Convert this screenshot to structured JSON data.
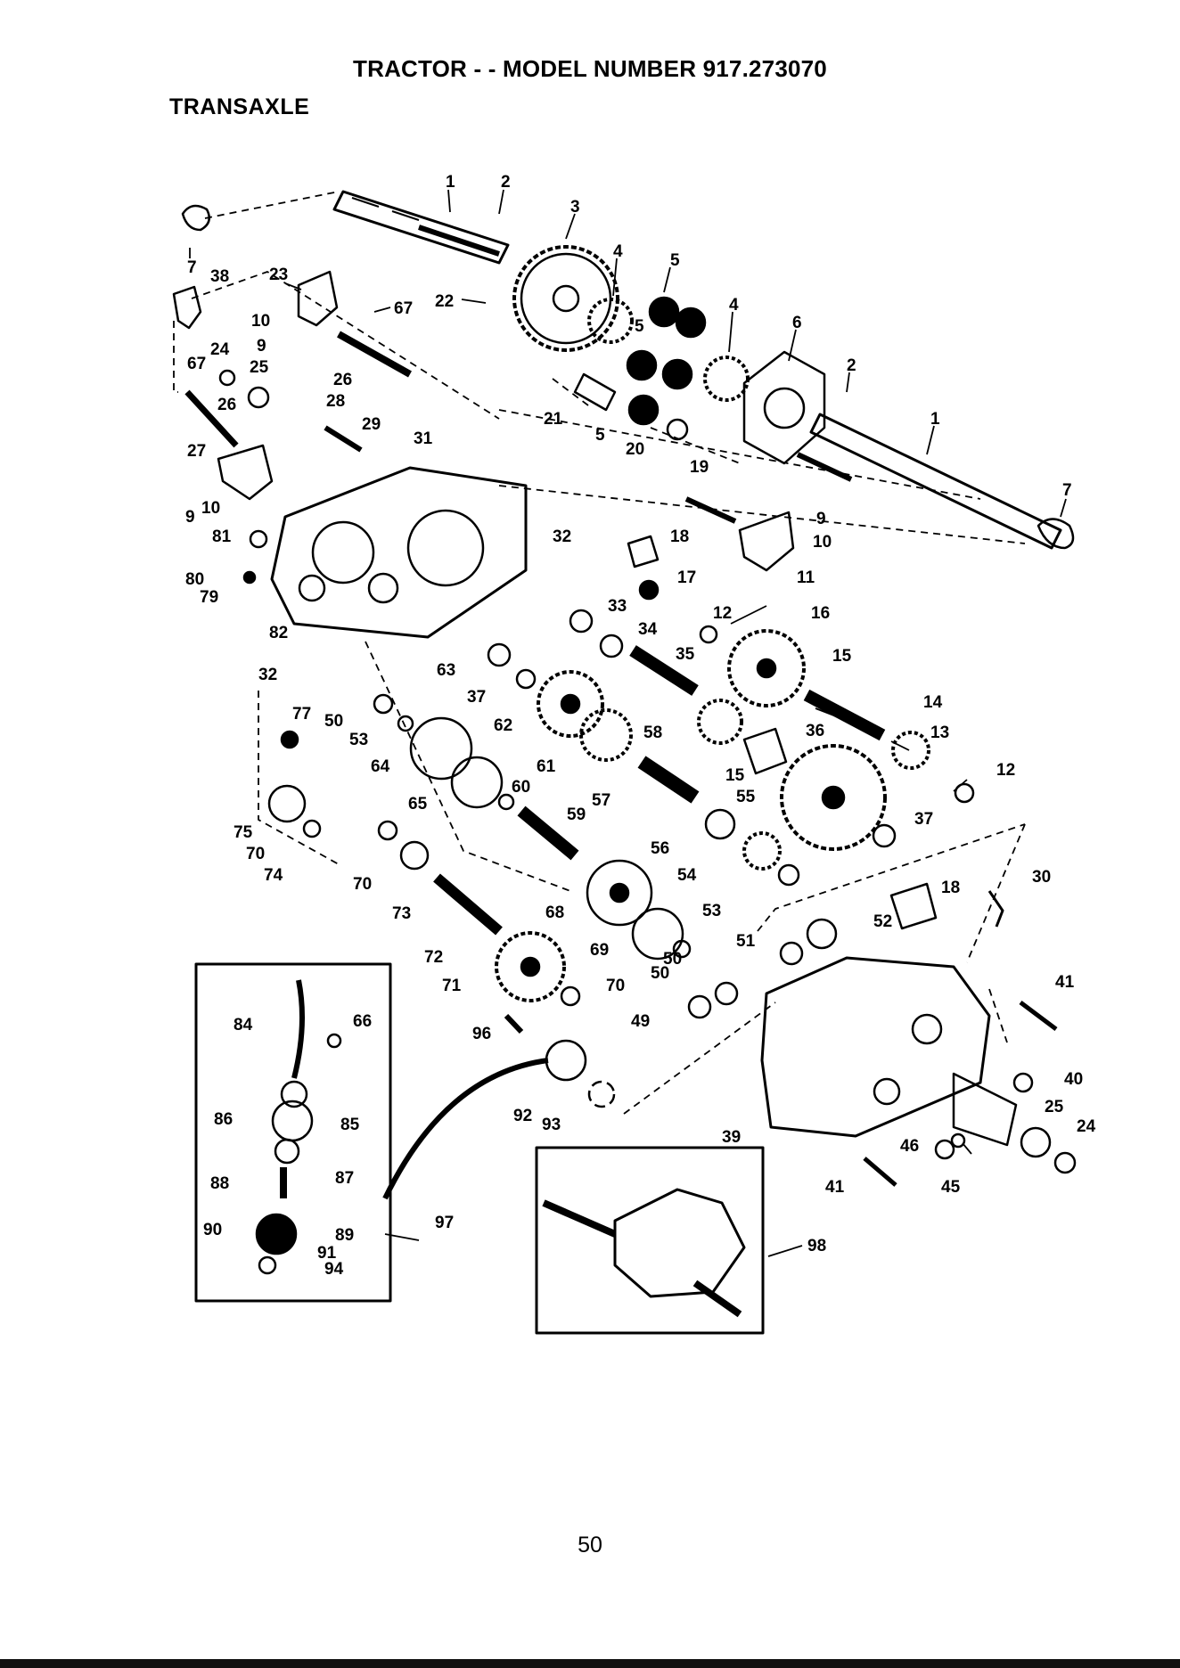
{
  "header": {
    "title": "TRACTOR - - MODEL NUMBER 917.273070",
    "section": "TRANSAXLE"
  },
  "footer": {
    "page_number": "50"
  },
  "colors": {
    "ink": "#000000",
    "paper": "#ffffff"
  },
  "part_labels": [
    "1",
    "2",
    "3",
    "4",
    "5",
    "4",
    "6",
    "2",
    "1",
    "7",
    "7",
    "38",
    "23",
    "22",
    "67",
    "10",
    "9",
    "24",
    "67",
    "25",
    "26",
    "26",
    "28",
    "29",
    "31",
    "27",
    "9",
    "10",
    "81",
    "80",
    "79",
    "82",
    "32",
    "21",
    "5",
    "5",
    "20",
    "19",
    "9",
    "10",
    "32",
    "18",
    "11",
    "17",
    "33",
    "34",
    "12",
    "16",
    "35",
    "15",
    "63",
    "37",
    "62",
    "58",
    "36",
    "14",
    "13",
    "12",
    "77",
    "50",
    "53",
    "64",
    "65",
    "60",
    "61",
    "15",
    "57",
    "55",
    "59",
    "37",
    "75",
    "70",
    "74",
    "70",
    "73",
    "56",
    "54",
    "53",
    "68",
    "72",
    "69",
    "71",
    "70",
    "50",
    "50",
    "51",
    "52",
    "18",
    "30",
    "41",
    "49",
    "84",
    "66",
    "96",
    "92",
    "93",
    "86",
    "85",
    "87",
    "88",
    "89",
    "90",
    "91",
    "94",
    "97",
    "39",
    "40",
    "25",
    "24",
    "46",
    "41",
    "45",
    "98"
  ],
  "inset_labels": {
    "detail_kit": "97",
    "assembly": "98"
  }
}
